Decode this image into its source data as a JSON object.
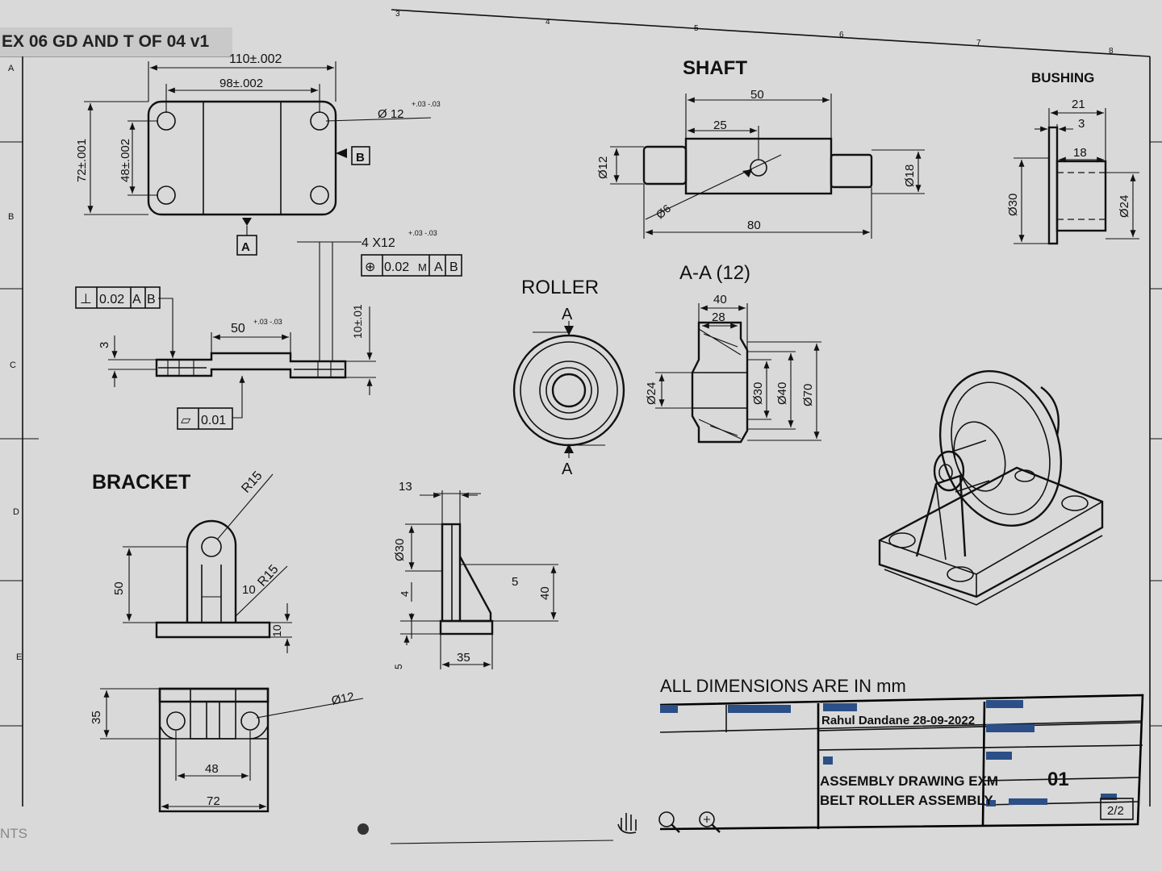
{
  "document": {
    "tab_title": "EX 06 GD AND T OF 04 v1",
    "sheet_zones": [
      "A",
      "B",
      "C",
      "D",
      "E"
    ],
    "sheet_columns": [
      "3",
      "4",
      "5",
      "6",
      "7",
      "8"
    ]
  },
  "views": {
    "shaft_title": "SHAFT",
    "bushing_title": "BUSHING",
    "roller_title": "ROLLER",
    "section_title": "A-A (12)",
    "section_mark": "A",
    "bracket_title": "BRACKET"
  },
  "dimensions": {
    "base_top_overall": "110±.002",
    "base_top_holes": "98±.002",
    "base_hole": "Ø 12",
    "base_hole_tol": "+.03 -.03",
    "base_height": "72±.001",
    "base_hole_pitch": "48±.002",
    "datum_a": "A",
    "datum_b": "B",
    "holes_callout": "4 X12",
    "holes_tol": "+.03 -.03",
    "position_fcf": [
      "⊕",
      "0.02",
      "M",
      "A",
      "B"
    ],
    "perp_fcf": [
      "⊥",
      "0.02",
      "A",
      "B"
    ],
    "flatness_fcf": [
      "▱",
      "0.01"
    ],
    "side_thickness": "3",
    "side_length": "50",
    "side_length_tol": "+.03 -.03",
    "side_height": "10±.01",
    "shaft_50": "50",
    "shaft_25": "25",
    "shaft_12": "Ø12",
    "shaft_18": "Ø18",
    "shaft_6": "Ø6",
    "shaft_80": "80",
    "bush_21": "21",
    "bush_3": "3",
    "bush_18": "18",
    "bush_30": "Ø30",
    "bush_24": "Ø24",
    "sec_40": "40",
    "sec_28": "28",
    "sec_24": "Ø24",
    "sec_30": "Ø30",
    "sec_40d": "Ø40",
    "sec_70": "Ø70",
    "br_r15a": "R15",
    "br_r15b": "R15",
    "br_10a": "10",
    "br_50": "50",
    "br_10b": "10",
    "br_35": "35",
    "br_12": "Ø12",
    "br_48": "48",
    "br_72": "72",
    "brs_13": "13",
    "brs_30": "Ø30",
    "brs_4": "4",
    "brs_5": "5",
    "brs_40": "40",
    "brs_35": "35",
    "brs_5b": "5"
  },
  "title_block": {
    "note": "ALL DIMENSIONS ARE IN mm",
    "author": "Rahul Dandane 28-09-2022",
    "drawing_line1": "ASSEMBLY DRAWING EXM",
    "drawing_line2": "BELT ROLLER ASSEMBLY",
    "sheet_number": "01",
    "sheet_count": "2/2"
  },
  "toolbar": {
    "left_label": "NTS",
    "icons": [
      "hand-icon",
      "zoom-icon",
      "zoom-window-icon"
    ]
  },
  "colors": {
    "paper": "#d9d9d9",
    "line": "#111111",
    "title_block_accent": "#2b4f86"
  }
}
